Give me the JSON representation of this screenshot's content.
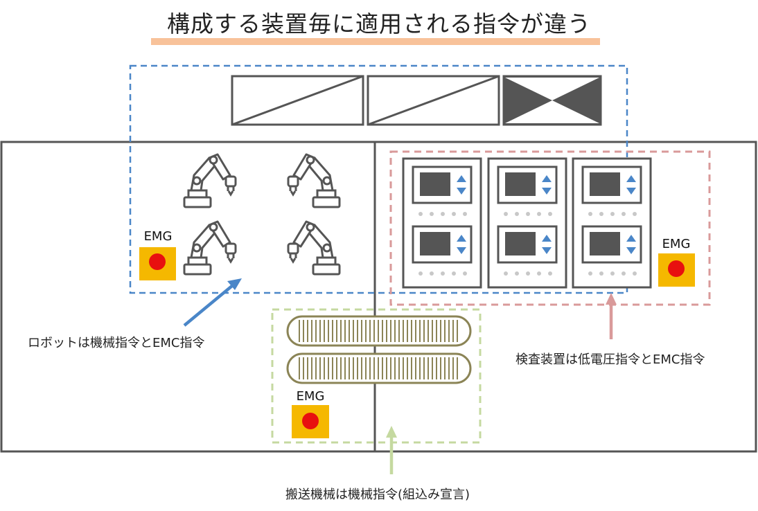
{
  "title": "構成する装置毎に適用される指令が違う",
  "labels": {
    "robot": "ロボットは機械指令とEMC指令",
    "inspection": "検査装置は低電圧指令とEMC指令",
    "conveyor": "搬送機械は機械指令(組込み宣言)"
  },
  "emg": [
    "EMG",
    "EMG",
    "EMG"
  ],
  "colors": {
    "robot_group": "#4a86c8",
    "inspection_group": "#d99a9a",
    "conveyor_group": "#c5d9a0",
    "title_underline": "#f8c29a",
    "emg_box": "#f5b800",
    "emg_button": "#e8100f",
    "conveyor": "#8b8456"
  },
  "icons": [
    "robot-arm-icon",
    "control-panel-icon",
    "conveyor-belt-icon",
    "emergency-stop-icon",
    "arrow-up-icon"
  ]
}
